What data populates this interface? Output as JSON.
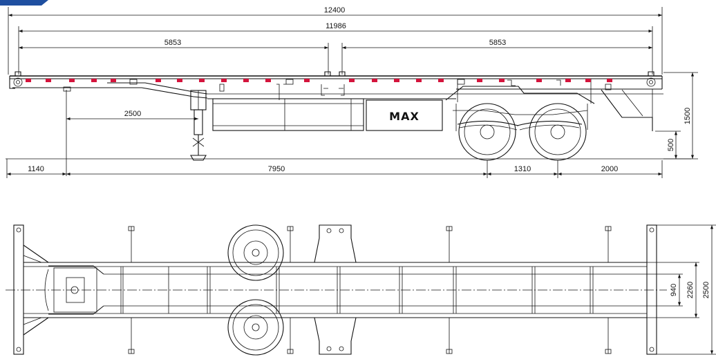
{
  "side_view": {
    "dimensions": {
      "overall_length": "12400",
      "container_length": "11986",
      "half_front": "5853",
      "half_rear": "5853",
      "kingpin_to_landing_leg": "2500",
      "front_overhang": "1140",
      "kingpin_to_axle": "7950",
      "axle_spacing": "1310",
      "rear_overhang": "2000",
      "deck_height": "1500",
      "step_height": "500"
    },
    "logo_text": "MAX"
  },
  "top_view": {
    "dimensions": {
      "frame_width": "940",
      "axle_width": "2260",
      "overall_width": "2500"
    }
  },
  "colors": {
    "line": "#111111",
    "marker_lamp": "#d4143c",
    "corner_tab": "#1f4fa0"
  }
}
